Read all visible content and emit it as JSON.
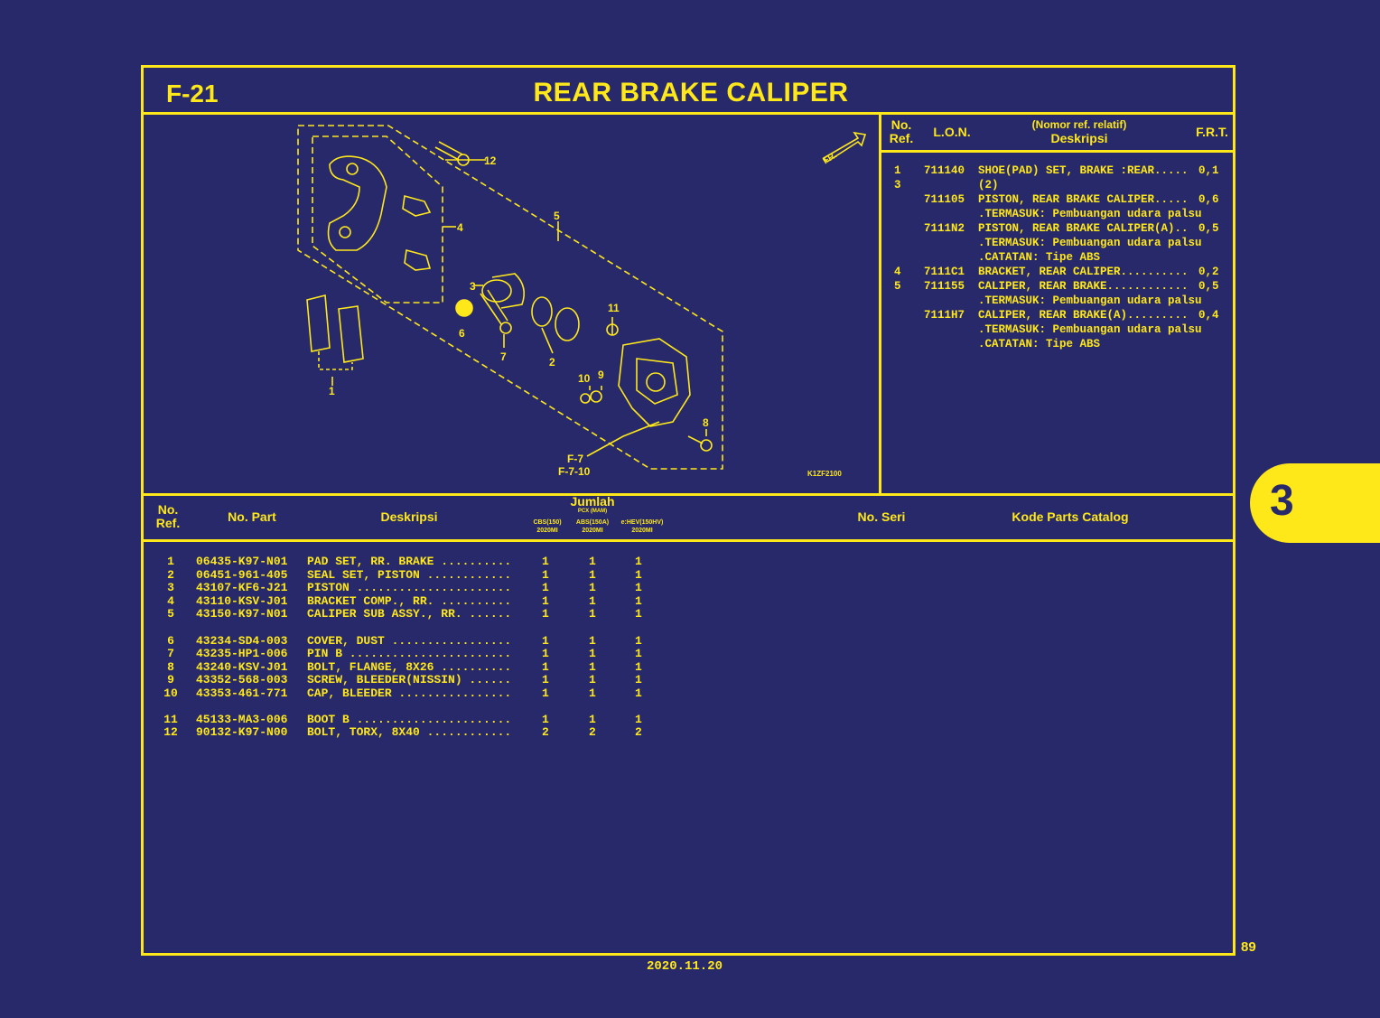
{
  "page": {
    "code": "F-21",
    "title": "REAR BRAKE CALIPER",
    "section_tab": "3",
    "page_number": "89",
    "date": "2020.11.20",
    "diagram_code": "K1ZF2100"
  },
  "diagram": {
    "callouts": [
      "1",
      "2",
      "3",
      "4",
      "5",
      "6",
      "7",
      "8",
      "9",
      "10",
      "11",
      "12"
    ],
    "direction_label": "FR.",
    "reference_labels": [
      "F-7",
      "F-7-10"
    ]
  },
  "lon_table": {
    "headers": {
      "no_ref_1": "No.",
      "no_ref_2": "Ref.",
      "lon": "L.O.N.",
      "desc_1": "(Nomor ref. relatif)",
      "desc_2": "Deskripsi",
      "frt": "F.R.T."
    },
    "rows": [
      {
        "ref": "1",
        "lon": "711140",
        "desc": "SHOE(PAD) SET, BRAKE :REAR.....",
        "frt": "0,1"
      },
      {
        "ref": "3",
        "lon": "",
        "desc": "(2)",
        "frt": ""
      },
      {
        "ref": "",
        "lon": "711105",
        "desc": "PISTON, REAR BRAKE CALIPER.....",
        "frt": "0,6"
      },
      {
        "ref": "",
        "lon": "",
        "desc": ".TERMASUK: Pembuangan udara palsu",
        "frt": ""
      },
      {
        "ref": "",
        "lon": "7111N2",
        "desc": "PISTON, REAR BRAKE CALIPER(A)..",
        "frt": "0,5"
      },
      {
        "ref": "",
        "lon": "",
        "desc": ".TERMASUK: Pembuangan udara palsu",
        "frt": ""
      },
      {
        "ref": "",
        "lon": "",
        "desc": ".CATATAN: Tipe ABS",
        "frt": ""
      },
      {
        "ref": "4",
        "lon": "7111C1",
        "desc": "BRACKET, REAR CALIPER..........",
        "frt": "0,2"
      },
      {
        "ref": "5",
        "lon": "711155",
        "desc": "CALIPER, REAR BRAKE............",
        "frt": "0,5"
      },
      {
        "ref": "",
        "lon": "",
        "desc": ".TERMASUK: Pembuangan udara palsu",
        "frt": ""
      },
      {
        "ref": "",
        "lon": "7111H7",
        "desc": "CALIPER, REAR BRAKE(A).........",
        "frt": "0,4"
      },
      {
        "ref": "",
        "lon": "",
        "desc": ".TERMASUK: Pembuangan udara palsu",
        "frt": ""
      },
      {
        "ref": "",
        "lon": "",
        "desc": ".CATATAN: Tipe ABS",
        "frt": ""
      }
    ]
  },
  "parts_table": {
    "headers": {
      "no_ref_1": "No.",
      "no_ref_2": "Ref.",
      "part_no": "No. Part",
      "desc": "Deskripsi",
      "qty": "Jumlah",
      "qty_sub": "PCX (MAM)",
      "col_a": "CBS(150)",
      "col_a_year": "2020MI",
      "col_b": "ABS(150A)",
      "col_b_year": "2020MI",
      "col_c": "e:HEV(150HV)",
      "col_c_year": "2020MI",
      "serial": "No. Seri",
      "catalog": "Kode Parts Catalog"
    },
    "rows": [
      {
        "ref": "1",
        "part": "06435-K97-N01",
        "desc": "PAD SET, RR. BRAKE ..........",
        "a": "1",
        "b": "1",
        "c": "1"
      },
      {
        "ref": "2",
        "part": "06451-961-405",
        "desc": "SEAL SET, PISTON ............",
        "a": "1",
        "b": "1",
        "c": "1"
      },
      {
        "ref": "3",
        "part": "43107-KF6-J21",
        "desc": "PISTON ......................",
        "a": "1",
        "b": "1",
        "c": "1"
      },
      {
        "ref": "4",
        "part": "43110-KSV-J01",
        "desc": "BRACKET COMP., RR. ..........",
        "a": "1",
        "b": "1",
        "c": "1"
      },
      {
        "ref": "5",
        "part": "43150-K97-N01",
        "desc": "CALIPER SUB ASSY., RR. ......",
        "a": "1",
        "b": "1",
        "c": "1"
      },
      {
        "ref": "6",
        "part": "43234-SD4-003",
        "desc": "COVER, DUST .................",
        "a": "1",
        "b": "1",
        "c": "1"
      },
      {
        "ref": "7",
        "part": "43235-HP1-006",
        "desc": "PIN B .......................",
        "a": "1",
        "b": "1",
        "c": "1"
      },
      {
        "ref": "8",
        "part": "43240-KSV-J01",
        "desc": "BOLT, FLANGE, 8X26 ..........",
        "a": "1",
        "b": "1",
        "c": "1"
      },
      {
        "ref": "9",
        "part": "43352-568-003",
        "desc": "SCREW, BLEEDER(NISSIN) ......",
        "a": "1",
        "b": "1",
        "c": "1"
      },
      {
        "ref": "10",
        "part": "43353-461-771",
        "desc": "CAP, BLEEDER ................",
        "a": "1",
        "b": "1",
        "c": "1"
      },
      {
        "ref": "11",
        "part": "45133-MA3-006",
        "desc": "BOOT B ......................",
        "a": "1",
        "b": "1",
        "c": "1"
      },
      {
        "ref": "12",
        "part": "90132-K97-N00",
        "desc": "BOLT, TORX, 8X40 ............",
        "a": "2",
        "b": "2",
        "c": "2"
      }
    ]
  }
}
